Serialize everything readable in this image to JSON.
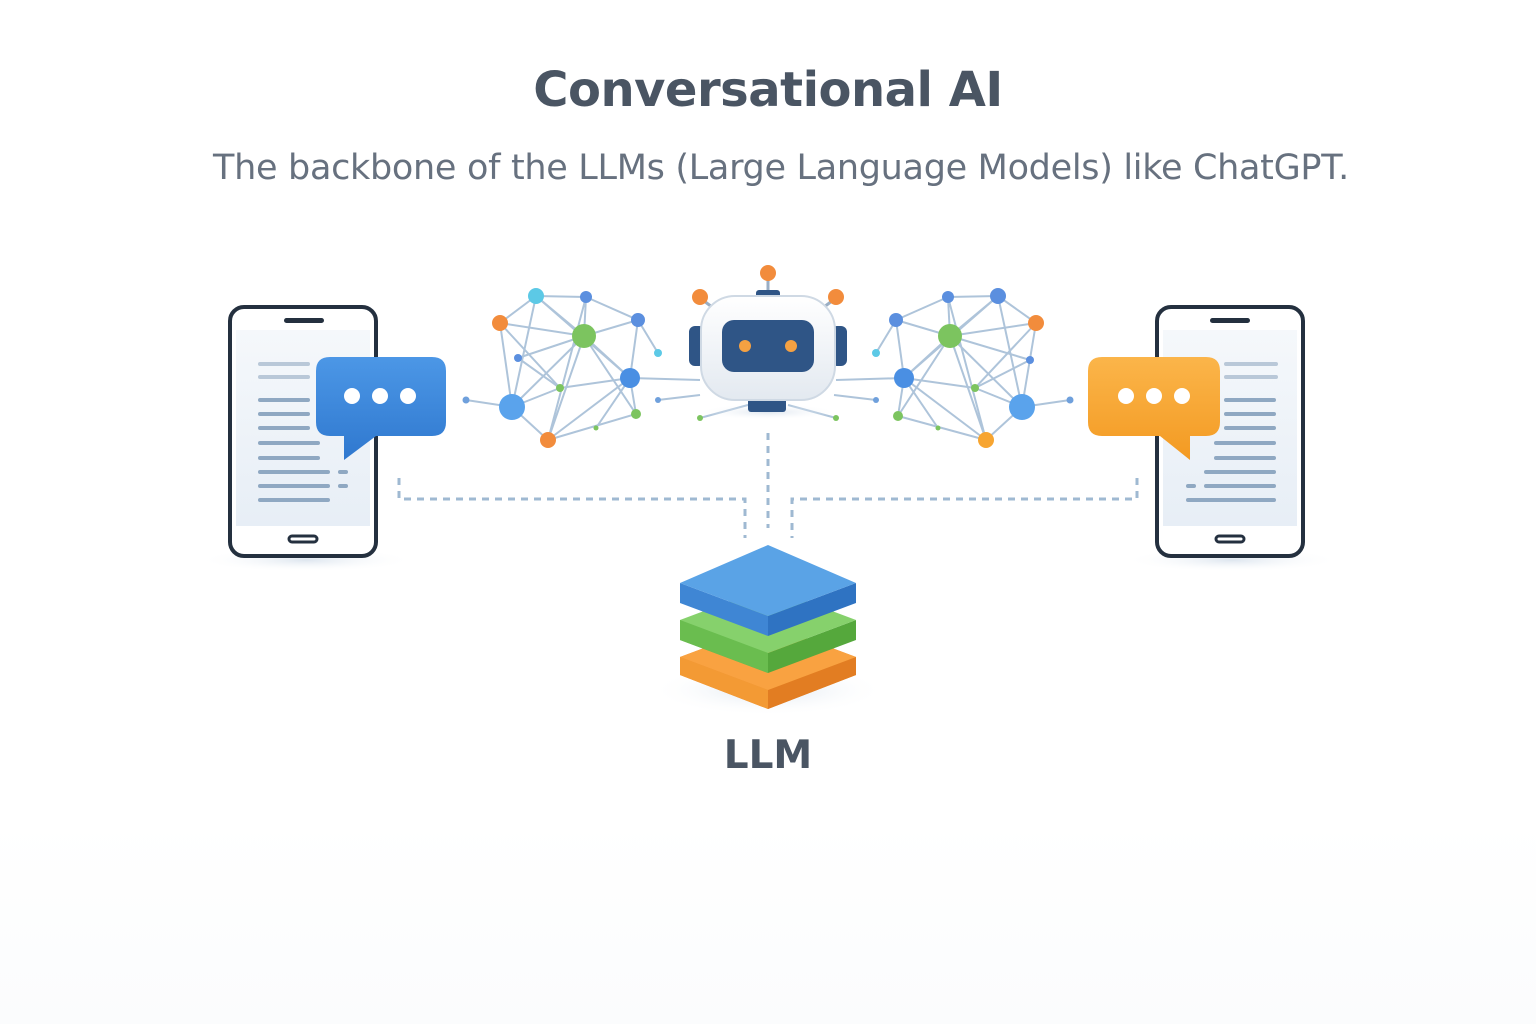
{
  "diagram": {
    "title": "Conversational AI",
    "subtitle": "The backbone of the LLMs (Large Language Models) like ChatGPT.",
    "center_label": "LLM",
    "colors": {
      "text_dark": "#4a5563",
      "text_muted": "#67717f",
      "blue_bubble": "#3f8ae0",
      "orange_bubble": "#f7a531",
      "llm_layer_top": "#5aa3e6",
      "llm_layer_middle": "#7fcc66",
      "llm_layer_bottom": "#f9a241",
      "robot_face": "#2f5586",
      "robot_eyes": "#f5a142",
      "phone_frame": "#24303f",
      "connector": "#9fb9d2"
    },
    "icons": [
      "phone-left-icon",
      "chat-bubble-blue-icon",
      "neural-network-left-icon",
      "robot-icon",
      "neural-network-right-icon",
      "chat-bubble-orange-icon",
      "phone-right-icon",
      "llm-stack-icon"
    ]
  }
}
